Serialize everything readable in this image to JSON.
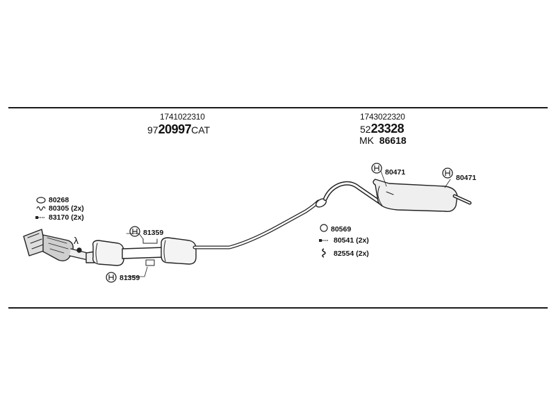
{
  "front_section": {
    "part_number": "1741022310",
    "code_prefix": "97",
    "code_main": "20997",
    "code_suffix": "CAT"
  },
  "rear_section": {
    "part_number": "1743022320",
    "code_prefix": "52",
    "code_main": "23328",
    "mk_label": "MK",
    "mk_number": "86618"
  },
  "lambda_symbol": "λ",
  "parts": {
    "front_ring": "80268",
    "front_spring": "80305 (2x)",
    "front_bolt": "83170 (2x)",
    "mid_hanger": "81359",
    "lower_hanger": "81359",
    "flange_ring": "80569",
    "flange_bolt": "80541 (2x)",
    "flange_spring": "82554 (2x)",
    "rear_hanger_left": "80471",
    "rear_hanger_right": "80471"
  }
}
